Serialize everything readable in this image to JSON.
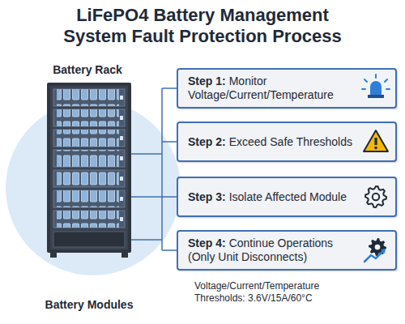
{
  "diagram": {
    "title": "LiFePO4 Battery Management System Fault Protection Process",
    "nodes": [
      {
        "text": [
          "Step 1:",
          "Monitor Voltage/Current/Temperature"
        ]
      },
      {
        "text": [
          "Step 2:",
          "Exceed Safe Thresholds"
        ]
      },
      {
        "text": [
          "Step 3:",
          "Isolate Affected Module"
        ]
      },
      {
        "text": [
          "Step 4:",
          "Continue Operations (Only Unit Disconnects)"
        ]
      }
    ],
    "labels": [
      "Battery Rack",
      "Battery Modules",
      "Voltage/Current/Temperature Thresholds: 3.6V/15A/60°C"
    ]
  }
}
